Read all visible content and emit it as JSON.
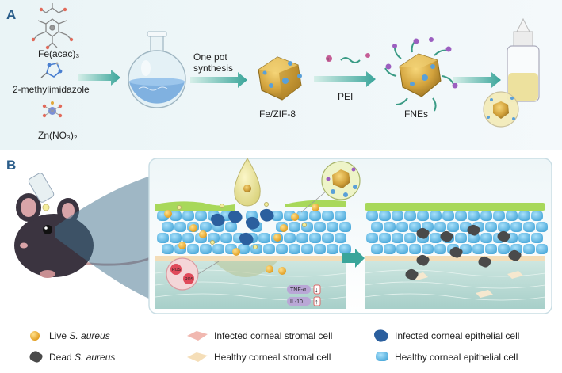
{
  "panel_a": {
    "letter": "A",
    "reagents": {
      "iron": "Fe(acac)₃",
      "imidazole": "2-methylimidazole",
      "zinc": "Zn(NO₃)₂"
    },
    "step1_line1": "One pot",
    "step1_line2": "synthesis",
    "product1": "Fe/ZIF-8",
    "step2": "PEI",
    "product2": "FNEs"
  },
  "panel_b": {
    "letter": "B",
    "cytokines": {
      "tnf": "TNF-α",
      "il10": "IL-10"
    },
    "ros_label": "ROS"
  },
  "legend": {
    "live_prefix": "Live ",
    "live_italic": "S. aureus",
    "dead_prefix": "Dead ",
    "dead_italic": "S. aureus",
    "infected_stromal": "Infected corneal stromal cell",
    "healthy_stromal": "Healthy corneal stromal cell",
    "infected_epithelial": "Infected corneal epithelial cell",
    "healthy_epithelial": "Healthy corneal epithelial cell"
  },
  "colors": {
    "arrow": "#3aa59a",
    "epithelial": "#4fb6e6",
    "infected_epithelial": "#2b5f9e",
    "live_bacteria": "#f2b134",
    "dead_bacteria": "#4a4a4a",
    "tear_film": "#a8d85a",
    "panel_letter": "#2a5d8a"
  }
}
